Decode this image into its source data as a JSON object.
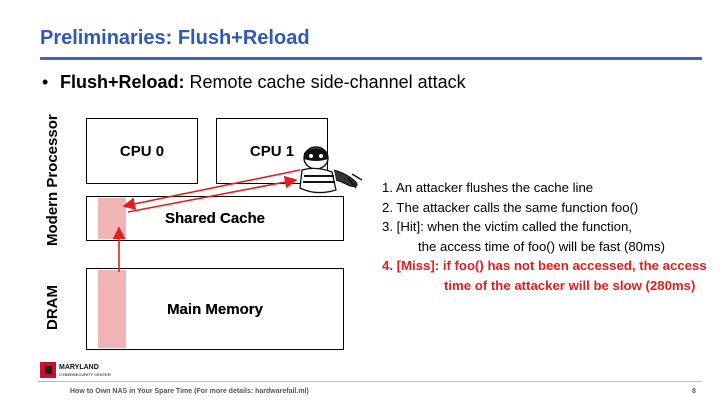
{
  "slide": {
    "title": "Preliminaries: Flush+Reload",
    "bullet": {
      "marker": "•",
      "bold": "Flush+Reload:",
      "text": " Remote cache side-channel attack"
    }
  },
  "diagram": {
    "labels": {
      "processor": "Modern Processor",
      "dram": "DRAM"
    },
    "cpu0": "CPU 0",
    "cpu1": "CPU 1",
    "cache": "Shared Cache",
    "memory": "Main Memory",
    "attacker_icon": "burglar-icon",
    "highlight_color": "#f1b4b4",
    "arrow_color": "#e02020"
  },
  "steps": [
    "1. An attacker flushes the cache line",
    "2. The attacker calls the same function foo()",
    "3. [Hit]: when the victim called the function,",
    "the access time of foo() will be fast (80ms)",
    "4. [Miss]: if foo() has not been accessed, the access",
    "time of the attacker will be slow (280ms)"
  ],
  "footer": {
    "logo_name": "MARYLAND",
    "logo_sub": "CYBERSECURITY CENTER",
    "text": "How to Own NAS in Your Spare Time (For more details: hardwarefail.ml)",
    "page": "8"
  },
  "colors": {
    "title": "#2f59b6",
    "warning": "#e01e1e"
  }
}
